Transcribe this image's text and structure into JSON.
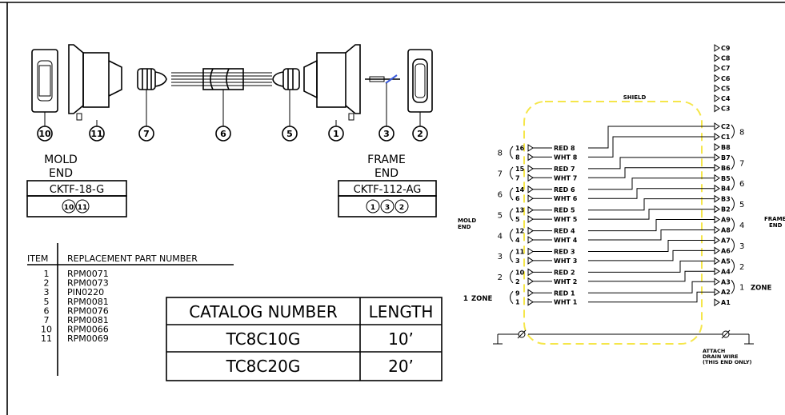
{
  "assembly": {
    "callouts": [
      "10",
      "11",
      "7",
      "6",
      "5",
      "1",
      "3",
      "2"
    ],
    "mold_end": {
      "title_line1": "MOLD",
      "title_line2": "END",
      "part": "CKTF-18-G",
      "items": [
        "10",
        "11"
      ]
    },
    "frame_end": {
      "title_line1": "FRAME",
      "title_line2": "END",
      "part": "CKTF-112-AG",
      "items": [
        "1",
        "3",
        "2"
      ]
    }
  },
  "replacement_table": {
    "col_item": "ITEM",
    "col_part": "REPLACEMENT PART NUMBER",
    "rows": [
      {
        "item": "1",
        "part": "RPM0071"
      },
      {
        "item": "2",
        "part": "RPM0073"
      },
      {
        "item": "3",
        "part": "PIN0220"
      },
      {
        "item": "5",
        "part": "RPM0081"
      },
      {
        "item": "6",
        "part": "RPM0076"
      },
      {
        "item": "7",
        "part": "RPM0081"
      },
      {
        "item": "10",
        "part": "RPM0066"
      },
      {
        "item": "11",
        "part": "RPM0069"
      }
    ]
  },
  "catalog_table": {
    "col_catalog": "CATALOG NUMBER",
    "col_length": "LENGTH",
    "rows": [
      {
        "catalog": "TC8C10G",
        "length": "10’"
      },
      {
        "catalog": "TC8C20G",
        "length": "20’"
      }
    ]
  },
  "wiring": {
    "shield_label": "SHIELD",
    "mold_end_line1": "MOLD",
    "mold_end_line2": "END",
    "frame_end_line1": "FRAME",
    "frame_end_line2": "END",
    "attach_line1": "ATTACH",
    "attach_line2": "DRAIN WIRE",
    "attach_line3": "(THIS END ONLY)",
    "spare_pins": [
      "C9",
      "C8",
      "C7",
      "C6",
      "C5",
      "C4",
      "C3"
    ],
    "zone_word": "ZONE",
    "zones": [
      {
        "zone": "8",
        "pins": [
          "16",
          "8"
        ],
        "wires": [
          "RED 8",
          "WHT 8"
        ],
        "frame": [
          "C2",
          "C1"
        ]
      },
      {
        "zone": "7",
        "pins": [
          "15",
          "7"
        ],
        "wires": [
          "RED 7",
          "WHT 7"
        ],
        "frame": [
          "B7",
          "B6"
        ]
      },
      {
        "zone": "6",
        "pins": [
          "14",
          "6"
        ],
        "wires": [
          "RED 6",
          "WHT 6"
        ],
        "frame": [
          "B5",
          "B4"
        ]
      },
      {
        "zone": "5",
        "pins": [
          "13",
          "5"
        ],
        "wires": [
          "RED 5",
          "WHT 5"
        ],
        "frame": [
          "B3",
          "B2"
        ]
      },
      {
        "zone": "4",
        "pins": [
          "12",
          "4"
        ],
        "wires": [
          "RED 4",
          "WHT 4"
        ],
        "frame": [
          "A9",
          "A8"
        ]
      },
      {
        "zone": "3",
        "pins": [
          "11",
          "3"
        ],
        "wires": [
          "RED 3",
          "WHT 3"
        ],
        "frame": [
          "A7",
          "A6"
        ]
      },
      {
        "zone": "2",
        "pins": [
          "10",
          "2"
        ],
        "wires": [
          "RED 2",
          "WHT 2"
        ],
        "frame": [
          "A5",
          "A4"
        ]
      },
      {
        "zone": "1",
        "pins": [
          "9",
          "1"
        ],
        "wires": [
          "RED 1",
          "WHT 1"
        ],
        "frame": [
          "A3",
          "A2"
        ]
      }
    ],
    "frame_extra": [
      "B8",
      "A1"
    ]
  }
}
